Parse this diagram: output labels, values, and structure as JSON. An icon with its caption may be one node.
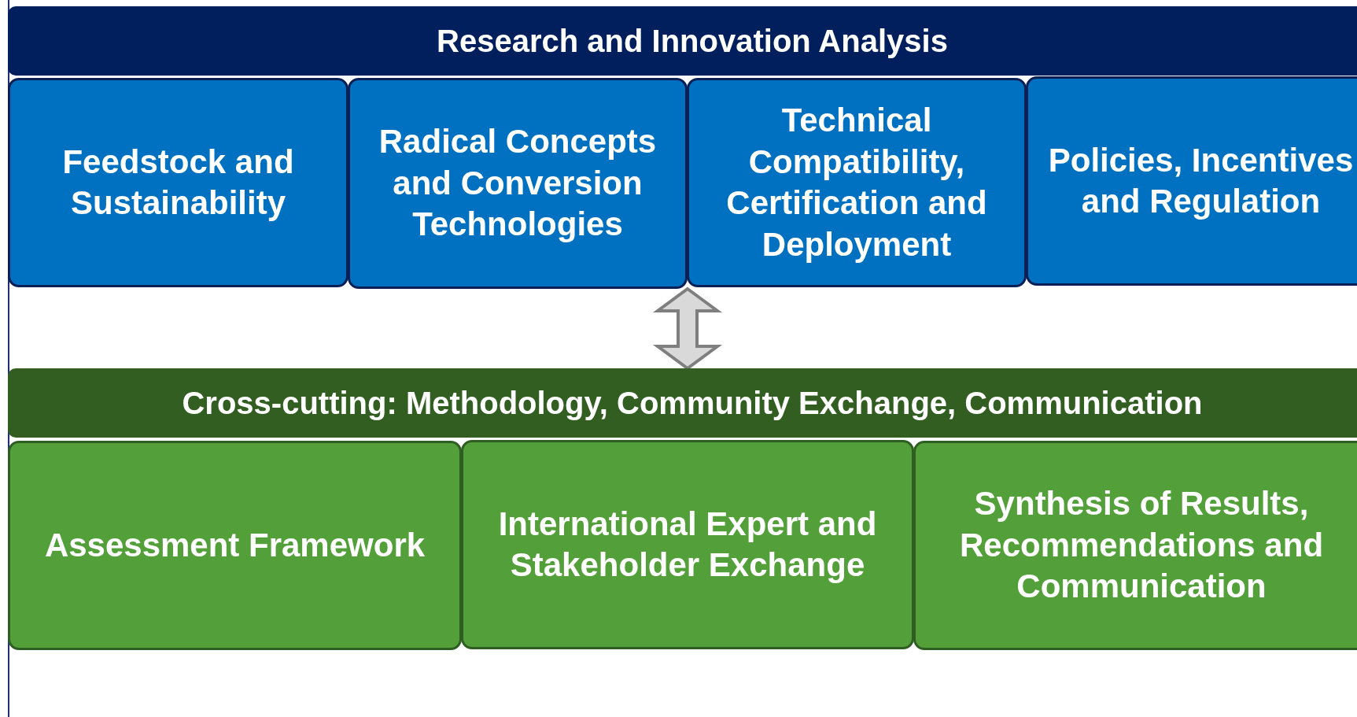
{
  "diagram": {
    "nodes": [
      {
        "text": [
          "Research and Innovation Analysis"
        ]
      },
      {
        "text": [
          "Feedstock and Sustainability"
        ]
      },
      {
        "text": [
          "Radical Concepts and Conversion Technologies"
        ]
      },
      {
        "text": [
          "Technical Compatibility, Certification and Deployment"
        ]
      },
      {
        "text": [
          "Policies, Incentives and Regulation"
        ]
      },
      {
        "text": [
          "Cross-cutting: Methodology, Community Exchange, Communication"
        ]
      },
      {
        "text": [
          "Assessment Framework"
        ]
      },
      {
        "text": [
          "International Expert and Stakeholder Exchange"
        ]
      },
      {
        "text": [
          "Synthesis of Results, Recommendations and Communication"
        ]
      }
    ],
    "edges": [
      {
        "from": 2,
        "to": 5,
        "arrow": "both",
        "style": "thick"
      }
    ]
  }
}
